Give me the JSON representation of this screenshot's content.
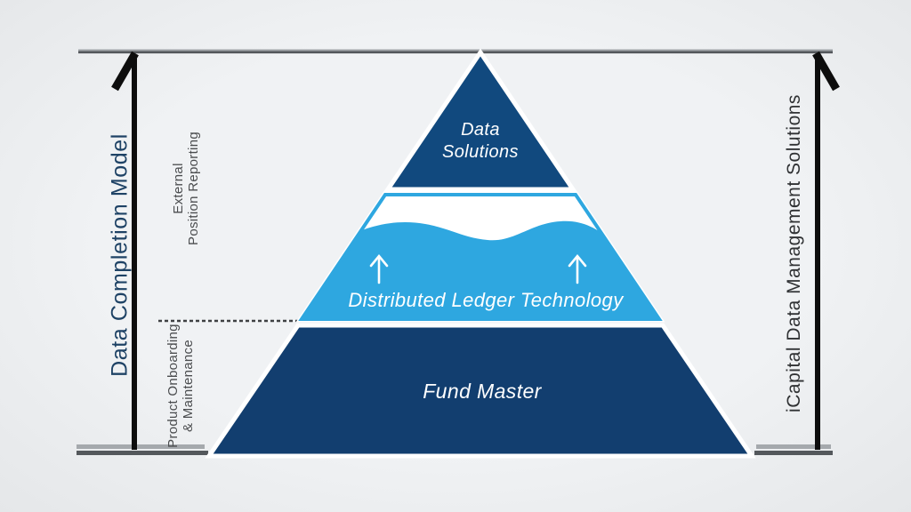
{
  "colors": {
    "background": "#edeff1",
    "tier_top_blue": "#11497e",
    "tier_bottom_blue": "#123e6f",
    "tier_middle_light_blue": "#2ea7e0",
    "axis_arrow_black": "#0d0d0d",
    "rule_light_gray": "#a5a9ad",
    "rule_dark_gray": "#54585c",
    "navy_label_text": "#1e4265",
    "gray_label_text": "#4b4d4f",
    "right_label_text": "#303234",
    "pyramid_text_white": "#ffffff"
  },
  "left_axis": {
    "label": "Data Completion Model"
  },
  "right_axis": {
    "label": "iCapital Data Management Solutions"
  },
  "side_labels": {
    "external_reporting": {
      "line1": "External",
      "line2": "Position Reporting"
    },
    "product_onboarding": {
      "line1": "Product Onboarding",
      "line2": "& Maintenance"
    }
  },
  "pyramid": {
    "top": {
      "line1": "Data",
      "line2": "Solutions"
    },
    "middle": {
      "label": "Distributed Ledger Technology"
    },
    "bottom": {
      "label": "Fund Master"
    }
  }
}
